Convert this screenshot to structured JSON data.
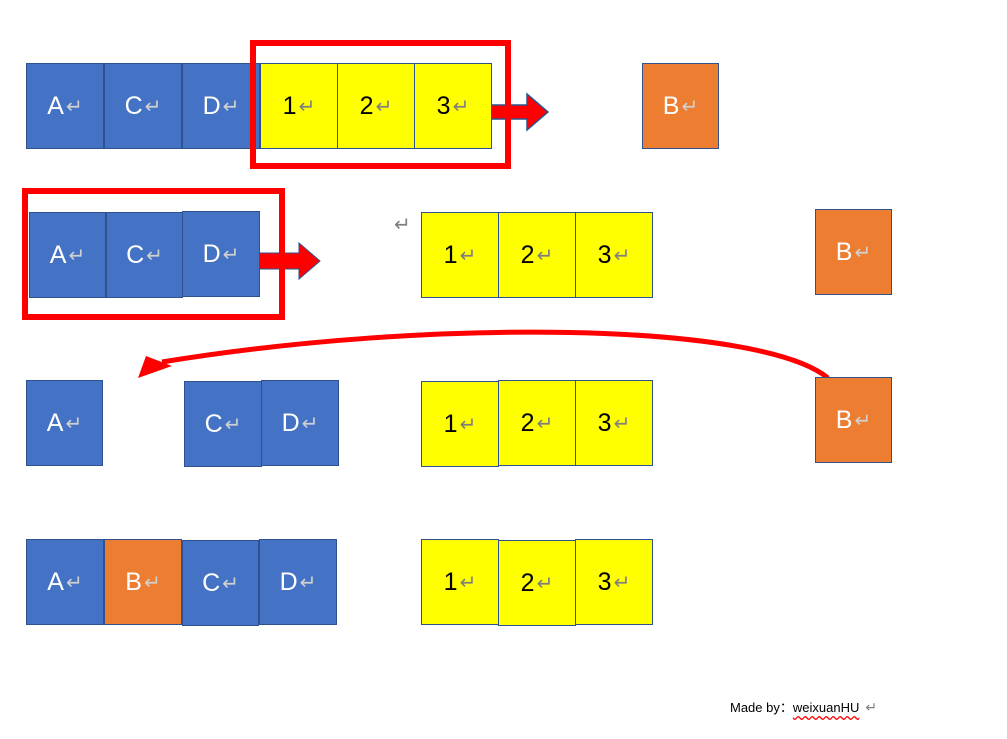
{
  "glyphs": {
    "return_mark": "↵"
  },
  "rows": [
    {
      "boxes": [
        {
          "label": "A",
          "kind": "blue"
        },
        {
          "label": "C",
          "kind": "blue"
        },
        {
          "label": "D",
          "kind": "blue"
        },
        {
          "label": "1",
          "kind": "yellow"
        },
        {
          "label": "2",
          "kind": "yellow"
        },
        {
          "label": "3",
          "kind": "yellow"
        },
        {
          "label": "B",
          "kind": "orange"
        }
      ]
    },
    {
      "boxes": [
        {
          "label": "A",
          "kind": "blue"
        },
        {
          "label": "C",
          "kind": "blue"
        },
        {
          "label": "D",
          "kind": "blue"
        },
        {
          "label": "1",
          "kind": "yellow"
        },
        {
          "label": "2",
          "kind": "yellow"
        },
        {
          "label": "3",
          "kind": "yellow"
        },
        {
          "label": "B",
          "kind": "orange"
        }
      ]
    },
    {
      "boxes": [
        {
          "label": "A",
          "kind": "blue"
        },
        {
          "label": "C",
          "kind": "blue"
        },
        {
          "label": "D",
          "kind": "blue"
        },
        {
          "label": "1",
          "kind": "yellow"
        },
        {
          "label": "2",
          "kind": "yellow"
        },
        {
          "label": "3",
          "kind": "yellow"
        },
        {
          "label": "B",
          "kind": "orange"
        }
      ]
    },
    {
      "boxes": [
        {
          "label": "A",
          "kind": "blue"
        },
        {
          "label": "B",
          "kind": "orange"
        },
        {
          "label": "C",
          "kind": "blue"
        },
        {
          "label": "D",
          "kind": "blue"
        },
        {
          "label": "1",
          "kind": "yellow"
        },
        {
          "label": "2",
          "kind": "yellow"
        },
        {
          "label": "3",
          "kind": "yellow"
        }
      ]
    }
  ],
  "credit": {
    "prefix": "Made by：",
    "name": "weixuanHU"
  },
  "colors": {
    "blue": "#4472c4",
    "orange": "#ed7d31",
    "yellow": "#ffff00",
    "highlight": "#ff0000"
  }
}
